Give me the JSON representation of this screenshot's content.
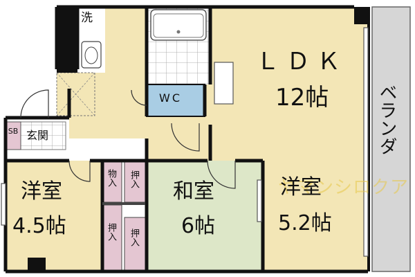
{
  "floorplan": {
    "ldk": {
      "name": "ＬＤＫ",
      "size": "12帖"
    },
    "western_room_left": {
      "name": "洋室",
      "size": "4.5帖"
    },
    "japanese_room": {
      "name": "和室",
      "size": "6帖"
    },
    "western_room_right": {
      "name": "洋室",
      "size": "5.2帖"
    },
    "veranda": {
      "name": "ベランダ"
    },
    "toilet": {
      "name": "WC"
    },
    "entrance": {
      "name": "玄関"
    },
    "shoe_box": {
      "name": "SB"
    },
    "laundry": {
      "name": "洗"
    },
    "storage": {
      "name": "物入"
    },
    "closets": [
      "押入",
      "押入",
      "押入"
    ],
    "watermark": "ヤマンシロクア"
  },
  "colors": {
    "floor_main": "#f3e6b6",
    "tatami": "#dde7c8",
    "wc": "#a9cde4",
    "closet": "#e4c6d2",
    "wet_area": "#ffffff",
    "veranda": "#d6d6d6",
    "wall": "#111111"
  }
}
